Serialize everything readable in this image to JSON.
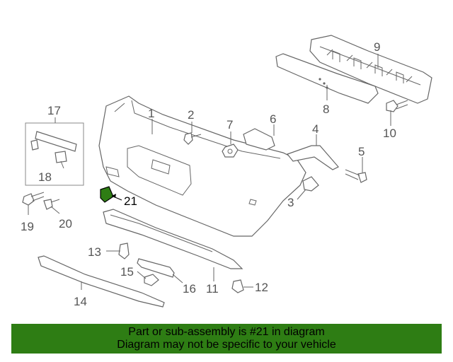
{
  "callouts": {
    "c1": "1",
    "c2": "2",
    "c3": "3",
    "c4": "4",
    "c5": "5",
    "c6": "6",
    "c7": "7",
    "c8": "8",
    "c9": "9",
    "c10": "10",
    "c11": "11",
    "c12": "12",
    "c13": "13",
    "c14": "14",
    "c15": "15",
    "c16": "16",
    "c17": "17",
    "c18": "18",
    "c19": "19",
    "c20": "20",
    "c21": "21"
  },
  "highlight": {
    "part": "21",
    "color": "#2e7d14"
  },
  "banner": {
    "line1": "Part or sub-assembly is #21 in diagram",
    "line2": "Diagram may not be specific to your vehicle",
    "background": "#2e7d14"
  }
}
